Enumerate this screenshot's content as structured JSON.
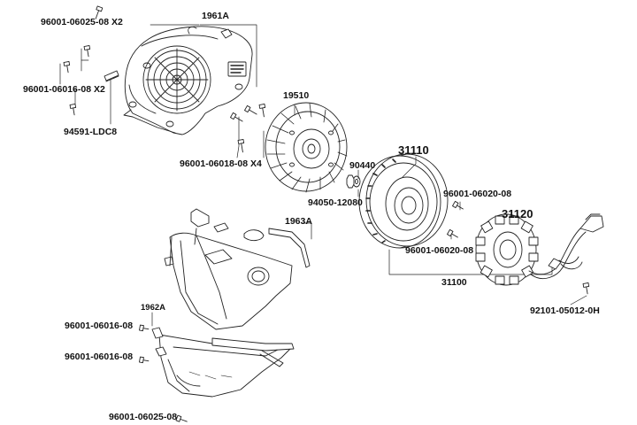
{
  "diagram": {
    "labels": {
      "fan_cover_assy": "1961A",
      "screw_08_x2_top": "96001-06025-08 X2",
      "screw_16_x2": "96001-06016-08 X2",
      "clip": "94591-LDC8",
      "fan": "19510",
      "screw_18_x4": "96001-06018-08 X4",
      "washer": "90440",
      "nut": "94050-12080",
      "flywheel": "31110",
      "screw_20_a": "96001-06020-08",
      "stator": "31120",
      "screw_20_b": "96001-06020-08",
      "generator_assy": "31100",
      "bolt": "92101-05012-0H",
      "shroud": "1963A",
      "lower_shroud": "1962A",
      "screw_16_a": "96001-06016-08",
      "screw_16_b": "96001-06016-08",
      "screw_25": "96001-06025-08"
    }
  }
}
